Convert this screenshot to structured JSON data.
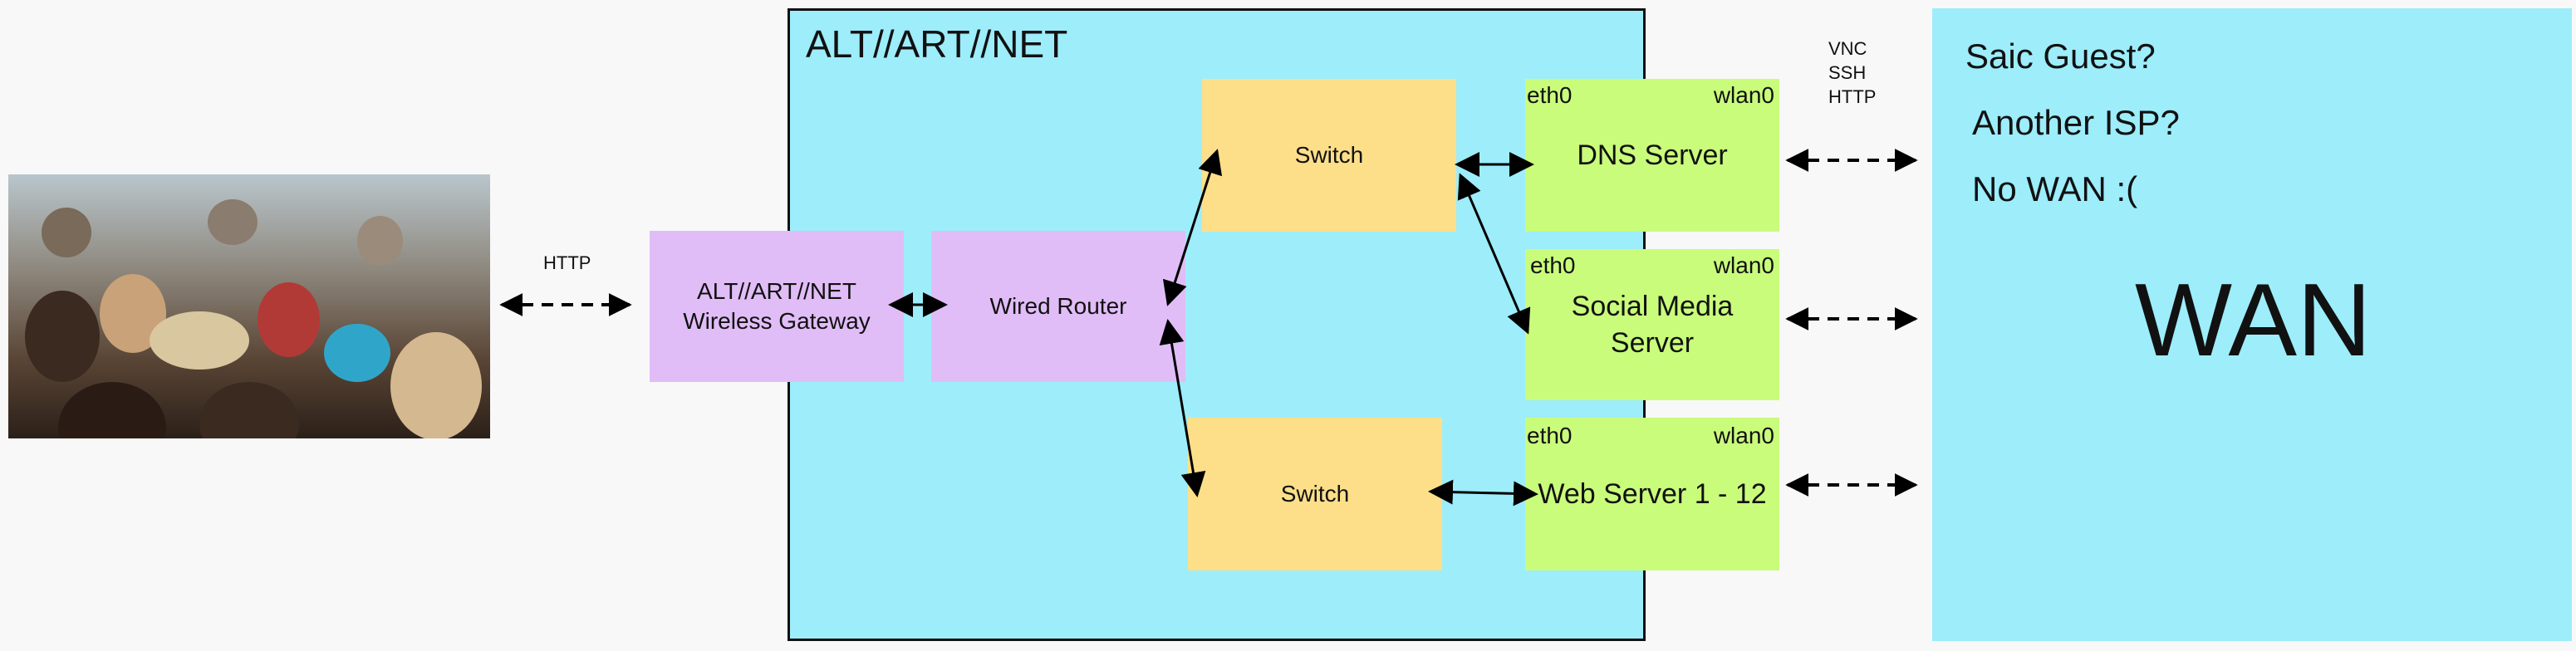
{
  "network_box": {
    "title": "ALT//ART//NET"
  },
  "http_label": "HTTP",
  "gateway": {
    "line1": "ALT//ART//NET",
    "line2": "Wireless Gateway"
  },
  "router": {
    "label": "Wired Router"
  },
  "switch_top": {
    "label": "Switch"
  },
  "switch_bottom": {
    "label": "Switch"
  },
  "dns_server": {
    "label": "DNS Server",
    "port_left": "eth0",
    "port_right": "wlan0"
  },
  "social_server": {
    "line1": "Social Media",
    "line2": "Server",
    "port_left": "eth0",
    "port_right": "wlan0"
  },
  "web_server": {
    "label": "Web Server 1 - 12",
    "port_left": "eth0",
    "port_right": "wlan0"
  },
  "protocols": [
    "VNC",
    "SSH",
    "HTTP"
  ],
  "wan": {
    "options": [
      "Saic Guest?",
      "Another ISP?",
      "No WAN :("
    ],
    "label": "WAN"
  },
  "colors": {
    "lan_background": "#9dedfb",
    "router_purple": "#e1bdf7",
    "switch_orange": "#fddf8a",
    "server_green": "#c9fc7b"
  }
}
